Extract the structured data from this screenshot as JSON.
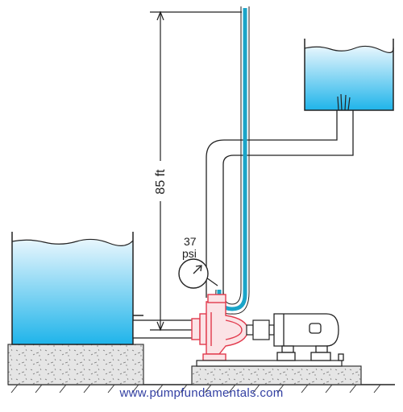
{
  "diagram": {
    "height_label": "85 ft",
    "gauge": {
      "value": "37",
      "unit": "psi"
    },
    "credit": "www.pumpfundamentals.com"
  },
  "colors": {
    "water_top": "#e8f6fd",
    "water_bottom": "#1fb4ea",
    "pump": "#e23a4d",
    "pump_fill": "#fbe3e6",
    "manometer": "#1aa4c8",
    "concrete": "#e5e5e5",
    "ink": "#222222",
    "credit": "#3340a3"
  }
}
